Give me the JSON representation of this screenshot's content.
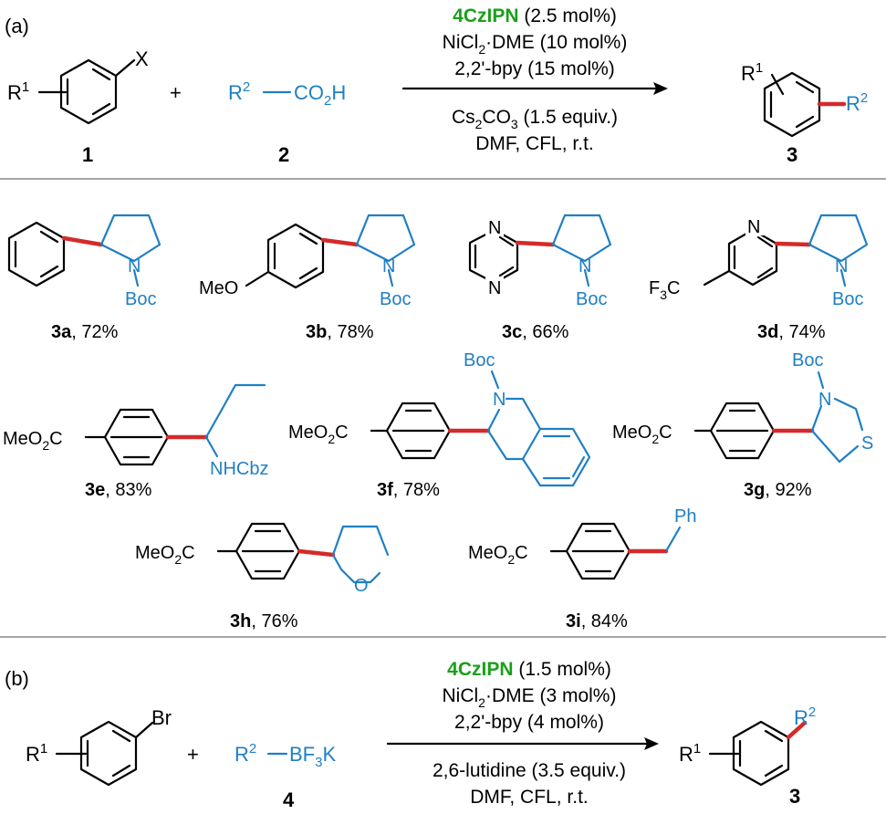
{
  "colors": {
    "blue": "#1f7fc4",
    "green": "#1aa01a",
    "red": "#d42a2a"
  },
  "part_a": {
    "label": "(a)",
    "reactant1": {
      "sub_r": "R",
      "sub_r_sup": "1",
      "leaving": "X",
      "number": "1"
    },
    "plus": "+",
    "reactant2": {
      "r": "R",
      "r_sup": "2",
      "group_pre": "CO",
      "group_sub": "2",
      "group_post": "H",
      "number": "2"
    },
    "conditions": {
      "catalyst": "4CzIPN",
      "catalyst_load": " (2.5 mol%)",
      "ni_pre": "NiCl",
      "ni_sub": "2",
      "ni_post": "·DME (10 mol%)",
      "ligand": "2,2'-bpy (15 mol%)",
      "base_pre": "Cs",
      "base_sub1": "2",
      "base_mid": "CO",
      "base_sub2": "3",
      "base_post": " (1.5 equiv.)",
      "solvent": "DMF, CFL, r.t."
    },
    "product": {
      "r1": "R",
      "r1_sup": "1",
      "r2": "R",
      "r2_sup": "2",
      "number": "3"
    }
  },
  "examples": [
    {
      "id": "3a",
      "yield": ", 72%",
      "labels": {
        "n": "N",
        "boc": "Boc"
      }
    },
    {
      "id": "3b",
      "yield": ", 78%",
      "labels": {
        "meo": "MeO",
        "n": "N",
        "boc": "Boc"
      }
    },
    {
      "id": "3c",
      "yield": ", 66%",
      "labels": {
        "n1": "N",
        "n2": "N",
        "n": "N",
        "boc": "Boc"
      }
    },
    {
      "id": "3d",
      "yield": ", 74%",
      "labels": {
        "f3c_pre": "F",
        "f3c_sub": "3",
        "f3c_post": "C",
        "npy": "N",
        "n": "N",
        "boc": "Boc"
      }
    },
    {
      "id": "3e",
      "yield": ", 83%",
      "labels": {
        "ester_pre": "MeO",
        "ester_sub": "2",
        "ester_post": "C",
        "nh": "NHCbz"
      }
    },
    {
      "id": "3f",
      "yield": ", 78%",
      "labels": {
        "ester_pre": "MeO",
        "ester_sub": "2",
        "ester_post": "C",
        "n": "N",
        "boc": "Boc"
      }
    },
    {
      "id": "3g",
      "yield": ", 92%",
      "labels": {
        "ester_pre": "MeO",
        "ester_sub": "2",
        "ester_post": "C",
        "n": "N",
        "s": "S",
        "boc": "Boc"
      }
    },
    {
      "id": "3h",
      "yield": ", 76%",
      "labels": {
        "ester_pre": "MeO",
        "ester_sub": "2",
        "ester_post": "C",
        "o": "O"
      }
    },
    {
      "id": "3i",
      "yield": ", 84%",
      "labels": {
        "ester_pre": "MeO",
        "ester_sub": "2",
        "ester_post": "C",
        "ph": "Ph"
      }
    }
  ],
  "part_b": {
    "label": "(b)",
    "reactant1": {
      "sub_r": "R",
      "sub_r_sup": "1",
      "leaving": "Br"
    },
    "plus": "+",
    "reactant2": {
      "r": "R",
      "r_sup": "2",
      "group_pre": "BF",
      "group_sub": "3",
      "group_post": "K",
      "number": "4"
    },
    "conditions": {
      "catalyst": "4CzIPN",
      "catalyst_load": " (1.5 mol%)",
      "ni_pre": "NiCl",
      "ni_sub": "2",
      "ni_post": "·DME (3 mol%)",
      "ligand": "2,2'-bpy (4 mol%)",
      "base": "2,6-lutidine (3.5 equiv.)",
      "solvent": "DMF, CFL, r.t."
    },
    "product": {
      "r1": "R",
      "r1_sup": "1",
      "r2": "R",
      "r2_sup": "2",
      "number": "3"
    }
  }
}
